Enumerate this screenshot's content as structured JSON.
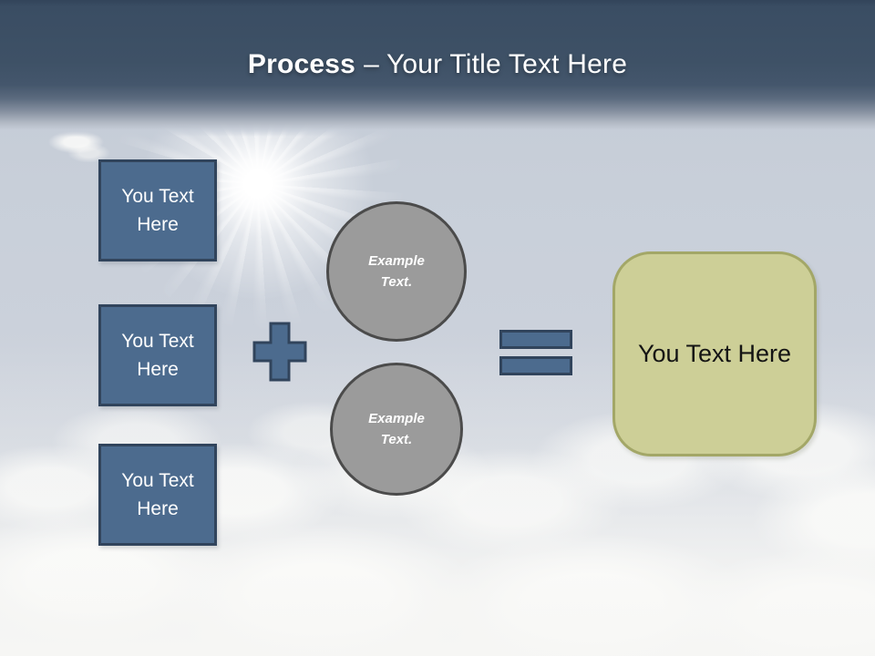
{
  "header": {
    "title_bold": "Process",
    "title_regular": "– Your Title Text Here"
  },
  "input_boxes": [
    {
      "label": "You Text Here"
    },
    {
      "label": "You Text Here"
    },
    {
      "label": "You Text Here"
    }
  ],
  "operators": {
    "plus_icon": "plus-shape",
    "equals_icon": "equals-shape"
  },
  "example_circles": [
    {
      "label": "Example Text."
    },
    {
      "label": "Example Text."
    }
  ],
  "result_box": {
    "label": "You Text Here"
  },
  "colors": {
    "header_blue": "#3e5166",
    "shape_blue_fill": "#4c6b8e",
    "shape_blue_border": "#31445c",
    "circle_gray_fill": "#9b9b9b",
    "circle_gray_border": "#4b4b4b",
    "result_fill": "#cdcf97",
    "result_border": "#a3a767",
    "sky": "#c7ced9"
  }
}
